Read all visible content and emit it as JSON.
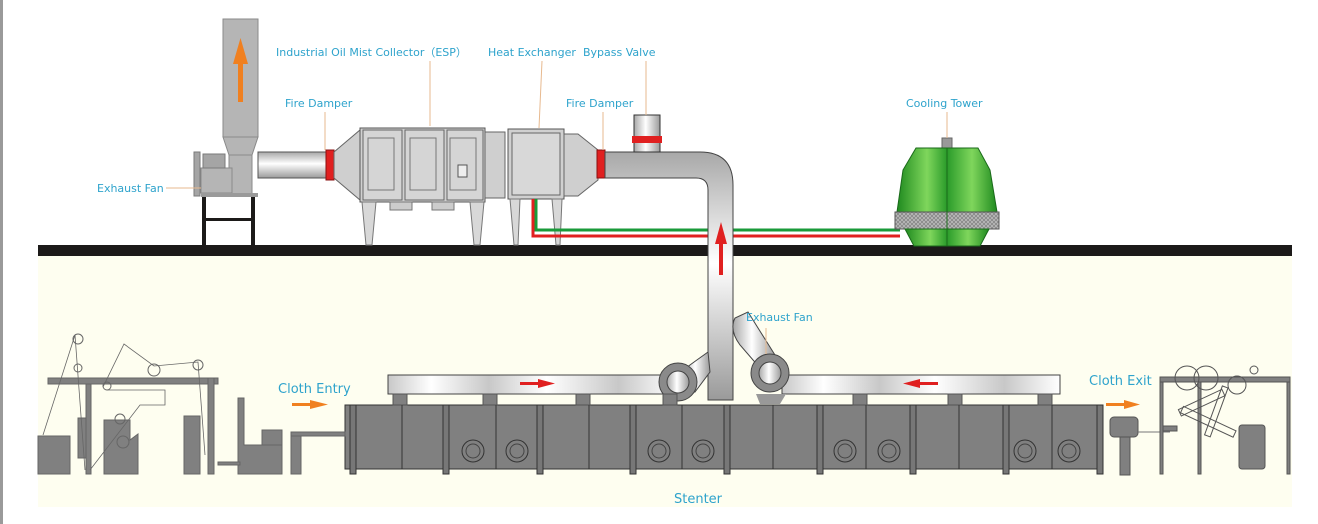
{
  "title": "Stenter Exhaust Gas Treatment System",
  "labels": {
    "exhaust_fan_top": "Exhaust Fan",
    "fire_damper_left": "Fire Damper",
    "oil_mist_collector": "Industrial Oil Mist Collector（ESP）",
    "heat_exchanger": "Heat Exchanger",
    "bypass_valve": "Bypass Valve",
    "fire_damper_right": "Fire Damper",
    "cooling_tower": "Cooling  Tower",
    "exhaust_fan_bottom": "Exhaust  Fan",
    "cloth_entry": "Cloth Entry",
    "cloth_exit": "Cloth Exit",
    "stenter": "Stenter"
  },
  "colors": {
    "label": "#2ea3cc",
    "leader": "#e7b98f",
    "floor": "#1c1a19",
    "basement": "#fefef0",
    "machine": "#808080",
    "duct": "#d9d9d9",
    "damper": "#e02020",
    "arrow_orange": "#f08020",
    "arrow_red": "#e02020",
    "pipe_green": "#1a9a3a",
    "pipe_red": "#e02020",
    "tower_green": "#36b02e"
  },
  "flow_arrows": [
    {
      "name": "stack-outlet",
      "color": "orange",
      "direction": "up"
    },
    {
      "name": "riser",
      "color": "red",
      "direction": "up"
    },
    {
      "name": "left-manifold",
      "color": "red",
      "direction": "right"
    },
    {
      "name": "right-manifold",
      "color": "red",
      "direction": "left"
    },
    {
      "name": "cloth-entry",
      "color": "orange",
      "direction": "right"
    },
    {
      "name": "cloth-exit",
      "color": "orange",
      "direction": "right"
    }
  ]
}
